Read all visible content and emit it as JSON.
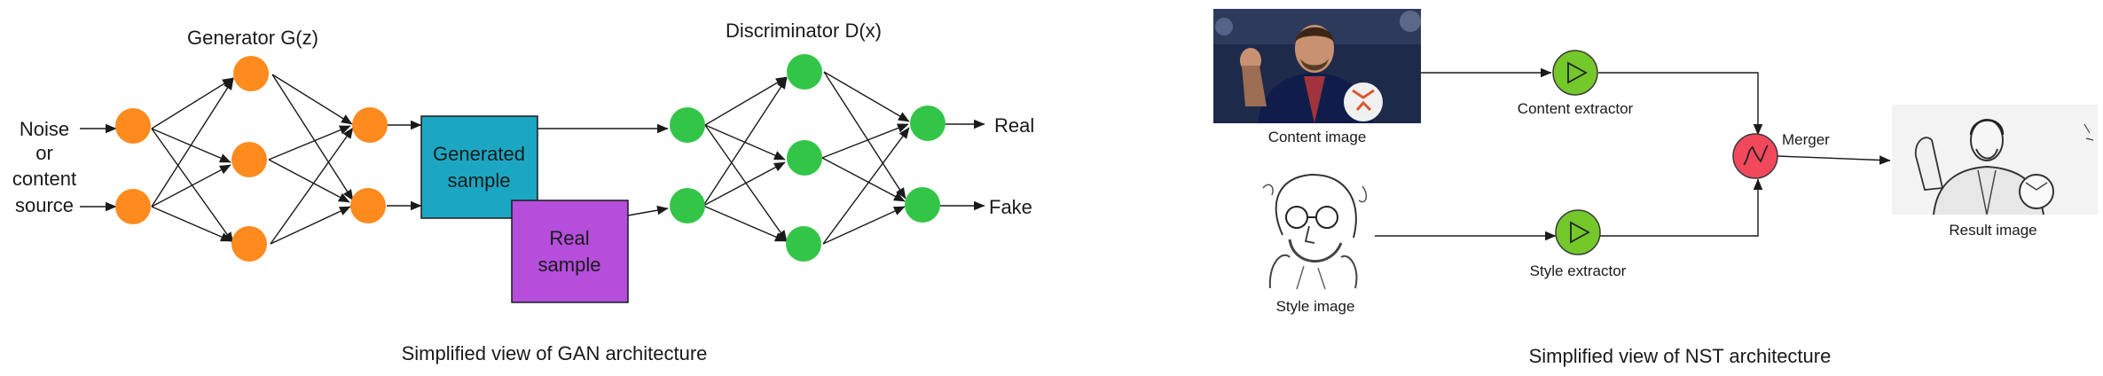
{
  "gan": {
    "generator_title": "Generator G(z)",
    "discriminator_title": "Discriminator D(x)",
    "input_label": [
      "Noise",
      "or",
      "content",
      "source"
    ],
    "generated_box": [
      "Generated",
      "sample"
    ],
    "real_box": [
      "Real",
      "sample"
    ],
    "output_real": "Real",
    "output_fake": "Fake",
    "caption": "Simplified view of GAN architecture",
    "colors": {
      "generator_node": "#FF8A1E",
      "discriminator_node": "#33C548",
      "generated_box": "#1BA7C3",
      "real_box": "#B44EDB"
    }
  },
  "nst": {
    "content_image_label": "Content image",
    "style_image_label": "Style image",
    "content_extractor_label": "Content extractor",
    "style_extractor_label": "Style extractor",
    "merger_label": "Merger",
    "result_image_label": "Result image",
    "caption": "Simplified view of NST architecture",
    "icons": {
      "extractor": "play-triangle-icon",
      "merger": "zigzag-wave-icon"
    },
    "colors": {
      "extractor_node": "#74C82A",
      "merger_node": "#F2485C"
    }
  }
}
